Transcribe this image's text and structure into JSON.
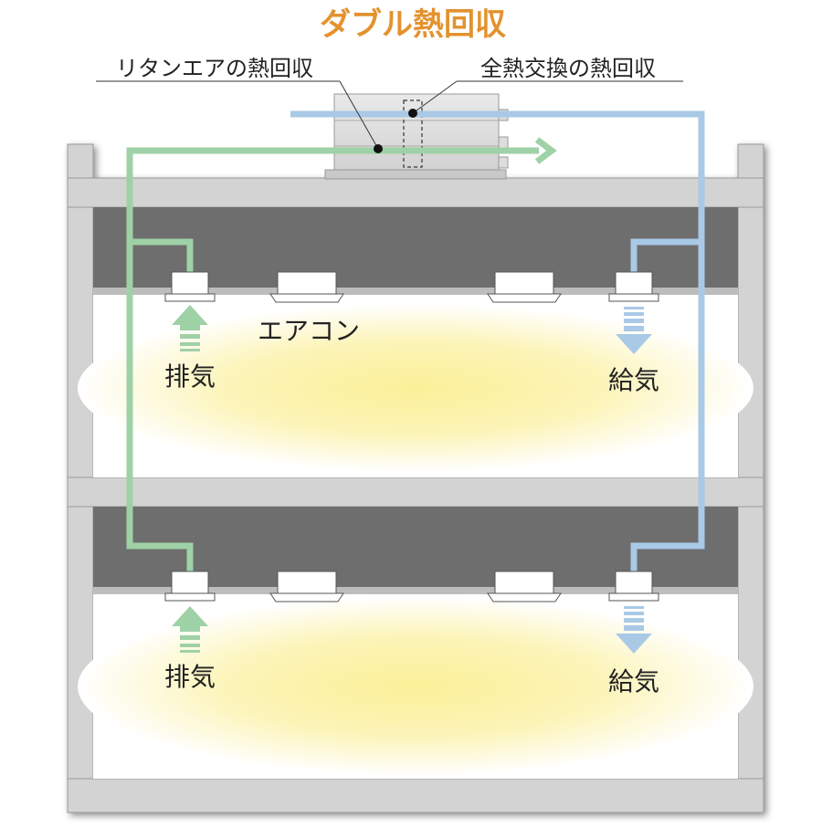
{
  "title": "ダブル熱回収",
  "callouts": {
    "return_air": "リタンエアの熱回収",
    "total_heat": "全熱交換の熱回収"
  },
  "labels": {
    "aircon": "エアコン",
    "exhaust": "排気",
    "supply": "給気"
  },
  "floors": [
    {
      "name": "upper",
      "exhaust_label": "排気",
      "supply_label": "給気"
    },
    {
      "name": "lower",
      "exhaust_label": "排気",
      "supply_label": "給気"
    }
  ],
  "colors": {
    "title": "#e3922e",
    "exhaust_line": "#9fd1a6",
    "supply_line": "#a9c9e6",
    "structure": "#cfcfcf",
    "ceiling_space": "#6e6e6e",
    "light_glow": "#fbf3a8"
  }
}
